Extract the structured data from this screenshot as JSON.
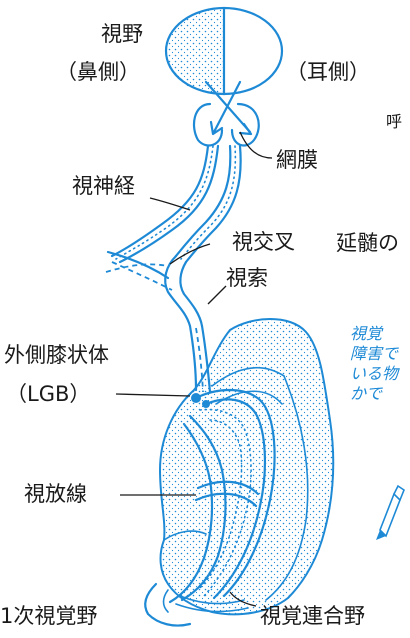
{
  "labels": {
    "visual_field": "視野",
    "nasal_side": "（鼻側）",
    "temporal_side": "（耳側）",
    "retina": "網膜",
    "optic_nerve": "視神経",
    "optic_chiasm": "視交叉",
    "medulla": "延髄の",
    "optic_tract": "視索",
    "lgb": "外側膝状体",
    "lgb_abbr": "（LGB）",
    "optic_radiation": "視放線",
    "primary_visual_cortex": "1次視覚野",
    "visual_association_cortex": "視覚連合野",
    "edge_fragment": "呼"
  },
  "note_fragments": [
    "視覚",
    "障害で",
    "いる物",
    "かで"
  ],
  "colors": {
    "line_blue": "#1e8ad6",
    "text": "#1a1a1a"
  }
}
